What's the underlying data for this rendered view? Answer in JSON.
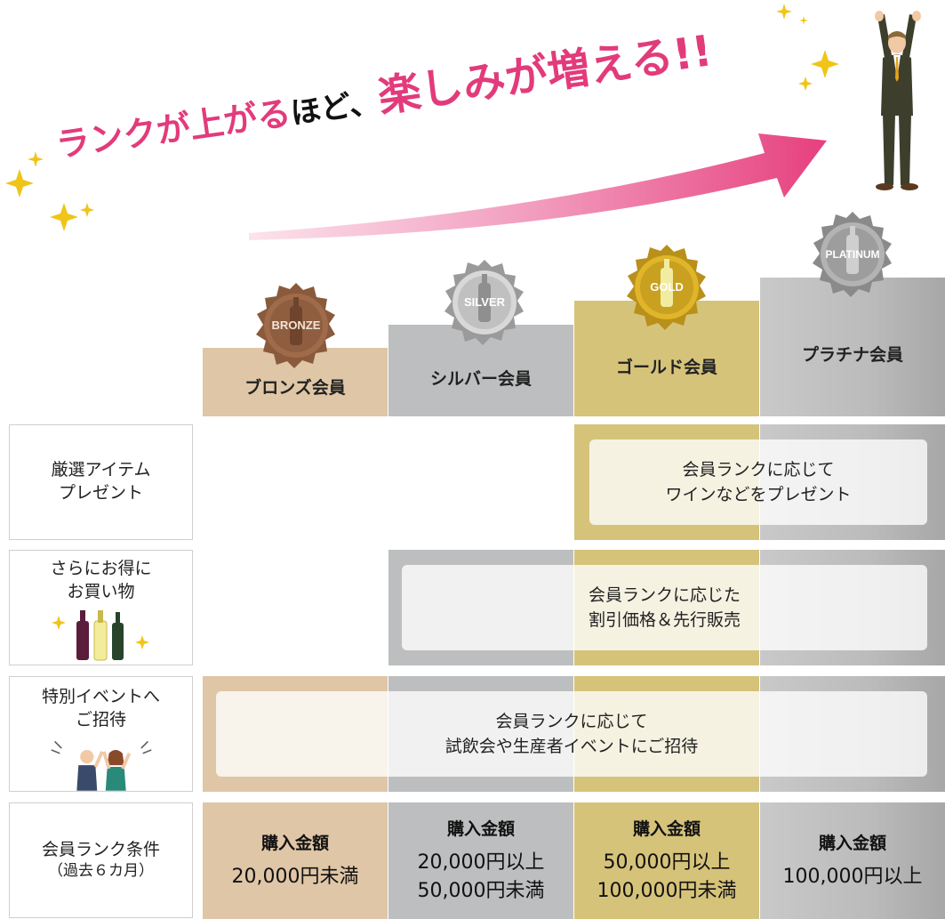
{
  "headline": {
    "part1": "ランクが上がる",
    "part2": "ほど、",
    "part3": "楽しみが増える!!"
  },
  "tiers": [
    {
      "badge": "BRONZE",
      "label": "ブロンズ会員"
    },
    {
      "badge": "SILVER",
      "label": "シルバー会員"
    },
    {
      "badge": "GOLD",
      "label": "ゴールド会員"
    },
    {
      "badge": "PLATINUM",
      "label": "プラチナ会員"
    }
  ],
  "rows": [
    {
      "label_lines": [
        "厳選アイテム",
        "プレゼント"
      ],
      "panel_lines": [
        "会員ランクに応じて",
        "ワインなどをプレゼント"
      ]
    },
    {
      "label_lines": [
        "さらにお得に",
        "お買い物"
      ],
      "panel_lines": [
        "会員ランクに応じた",
        "割引価格＆先行販売"
      ]
    },
    {
      "label_lines": [
        "特別イベントへ",
        "ご招待"
      ],
      "panel_lines": [
        "会員ランクに応じて",
        "試飲会や生産者イベントにご招待"
      ]
    },
    {
      "label_lines": [
        "会員ランク条件",
        "（過去６カ月）"
      ]
    }
  ],
  "conditions": [
    {
      "title": "購入金額",
      "lines": [
        "20,000円未満"
      ]
    },
    {
      "title": "購入金額",
      "lines": [
        "20,000円以上",
        "50,000円未満"
      ]
    },
    {
      "title": "購入金額",
      "lines": [
        "50,000円以上",
        "100,000円未満"
      ]
    },
    {
      "title": "購入金額",
      "lines": [
        "100,000円以上"
      ]
    }
  ],
  "colors": {
    "accent_pink": "#e23b7b",
    "bronze": "#dfc6a6",
    "silver": "#bdbebf",
    "gold": "#d6c37a",
    "platinum": "#b8b8b9"
  },
  "icons": [
    "sparkle-icon",
    "arrow-icon",
    "businessman-icon",
    "medal-icon",
    "wine-bottles-icon",
    "people-cheering-icon"
  ]
}
